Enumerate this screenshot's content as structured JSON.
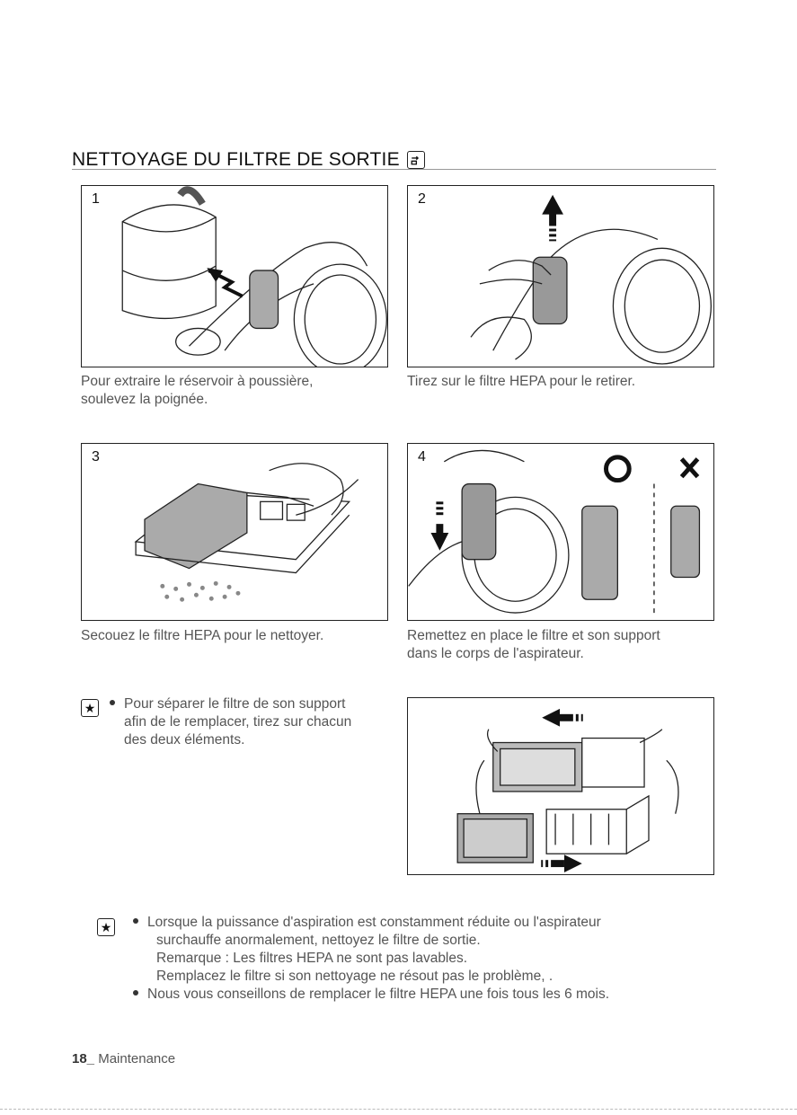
{
  "page": {
    "title": "NETTOYAGE DU FILTRE DE SORTIE",
    "title_icon": "tool-icon",
    "footer_num": "18_",
    "footer_label": "Maintenance"
  },
  "steps": [
    {
      "num": "1",
      "caption_l1": "Pour extraire le réservoir à poussière,",
      "caption_l2": "soulevez la poignée."
    },
    {
      "num": "2",
      "caption_l1": "Tirez sur le filtre HEPA pour le retirer."
    },
    {
      "num": "3",
      "caption_l1": "Secouez le filtre HEPA pour le nettoyer."
    },
    {
      "num": "4",
      "caption_l1": "Remettez en place le filtre et son support",
      "caption_l2": "dans le corps de l'aspirateur."
    }
  ],
  "note1": {
    "icon": "note-icon",
    "lines": [
      "Pour séparer le filtre de son support",
      "afin de le remplacer, tirez sur chacun",
      "des deux éléments."
    ]
  },
  "note2": {
    "icon": "note-icon",
    "lines": [
      "Lorsque la puissance d'aspiration est constamment réduite ou l'aspirateur",
      "surchauffe anormalement, nettoyez le filtre de sortie.",
      "Remarque : Les filtres HEPA ne sont pas lavables.",
      "Remplacez le filtre si son nettoyage ne résout pas le problème, .",
      "Nous vous conseillons de remplacer le filtre HEPA une fois tous les 6 mois."
    ]
  },
  "colors": {
    "text": "#555555",
    "title": "#111111",
    "rule": "#999999",
    "border": "#222222"
  }
}
